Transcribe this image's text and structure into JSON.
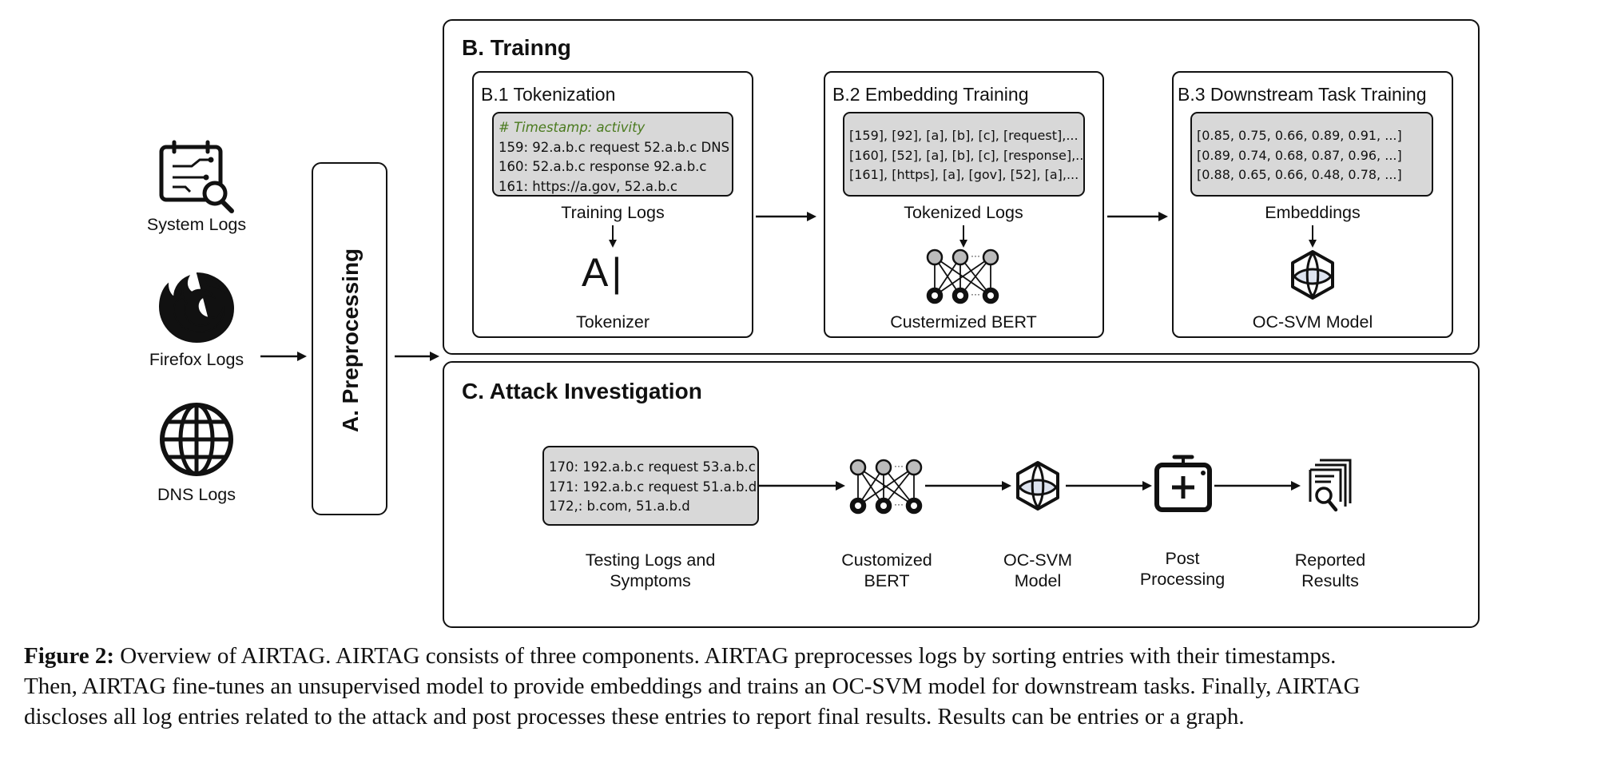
{
  "inputs": {
    "system_logs": "System Logs",
    "firefox_logs": "Firefox Logs",
    "dns_logs": "DNS Logs"
  },
  "preprocessing": {
    "label": "A. Preprocessing"
  },
  "training": {
    "title": "B. Trainng",
    "tokenization": {
      "title": "B.1 Tokenization",
      "comment": "# Timestamp: activity",
      "lines": [
        "159: 92.a.b.c request 52.a.b.c DNS",
        "160: 52.a.b.c response 92.a.b.c",
        "161: https://a.gov, 52.a.b.c"
      ],
      "caption": "Training Logs",
      "tool": "Tokenizer",
      "tool_glyph": "A|"
    },
    "embedding": {
      "title": "B.2 Embedding Training",
      "lines": [
        "[159], [92], [a], [b], [c], [request],...",
        "[160], [52], [a], [b], [c], [response],..",
        "[161], [https], [a], [gov], [52], [a],..."
      ],
      "caption": "Tokenized Logs",
      "tool": "Custermized BERT"
    },
    "downstream": {
      "title": "B.3 Downstream Task Training",
      "lines": [
        "[0.85, 0.75, 0.66, 0.89, 0.91, ...]",
        "[0.89, 0.74, 0.68, 0.87, 0.96, ...]",
        "[0.88, 0.65, 0.66, 0.48, 0.78, ...]"
      ],
      "caption": "Embeddings",
      "tool": "OC-SVM Model"
    }
  },
  "investigation": {
    "title": "C. Attack Investigation",
    "lines": [
      "170: 192.a.b.c request 53.a.b.c",
      "171: 192.a.b.c request 51.a.b.d",
      "172,:  b.com, 51.a.b.d"
    ],
    "steps": [
      [
        "Testing Logs and",
        "Symptoms"
      ],
      [
        "Customized",
        "BERT"
      ],
      [
        "OC-SVM",
        "Model"
      ],
      [
        "Post",
        "Processing"
      ],
      [
        "Reported",
        "Results"
      ]
    ]
  },
  "figure_caption": {
    "label": "Figure 2:",
    "lines": [
      "Overview of AIRTAG. AIRTAG consists of three components. AIRTAG preprocesses logs by sorting entries with their timestamps.",
      "Then, AIRTAG fine-tunes an unsupervised model to provide embeddings and trains an OC-SVM model for downstream tasks. Finally, AIRTAG",
      "discloses all log entries related to the attack and post processes these entries to report final results. Results can be entries or a graph."
    ]
  },
  "colors": {
    "box_fill": "#d8d8d8",
    "comment": "#4a7a1e",
    "stroke": "#111111"
  }
}
